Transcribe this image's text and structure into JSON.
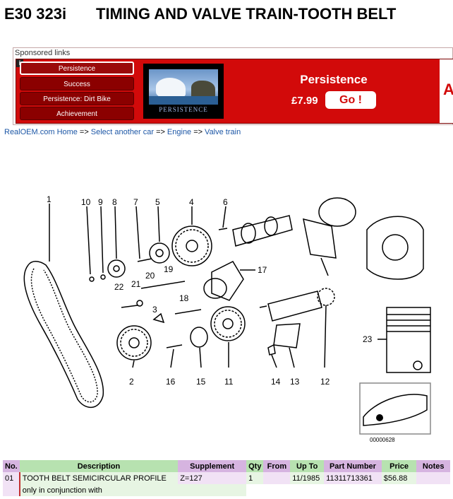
{
  "page": {
    "title_model": "E30 323i",
    "title_section": "TIMING AND VALVE TRAIN-TOOTH BELT"
  },
  "ad": {
    "sponsored_label": "Sponsored links",
    "info_glyph": "i",
    "links": [
      "Persistence",
      "Success",
      "Persistence: Dirt Bike",
      "Achievement"
    ],
    "image_caption": "PERSISTENCE",
    "headline": "Persistence",
    "price": "£7.99",
    "go_label": "Go !",
    "next_letter": "A",
    "colors": {
      "banner": "#d20a0a",
      "link_bg": "#8b0000"
    }
  },
  "breadcrumb": {
    "items": [
      "RealOEM.com Home",
      "Select another car",
      "Engine",
      "Valve train"
    ],
    "separator": "=>"
  },
  "diagram": {
    "callouts": [
      "1",
      "10",
      "9",
      "8",
      "7",
      "5",
      "4",
      "6",
      "19",
      "20",
      "21",
      "22",
      "17",
      "3",
      "18",
      "2",
      "16",
      "15",
      "11",
      "14",
      "13",
      "12",
      "23"
    ],
    "image_code": "00000628"
  },
  "table": {
    "headers": [
      "No.",
      "Description",
      "Supplement",
      "Qty",
      "From",
      "Up To",
      "Part Number",
      "Price",
      "Notes"
    ],
    "rows": [
      {
        "no": "01",
        "description": "TOOTH BELT SEMICIRCULAR PROFILE",
        "supplement": "Z=127",
        "qty": "1",
        "from": "",
        "up_to": "11/1985",
        "part_number": "11311713361",
        "price": "$56.88",
        "notes": "",
        "extra": "only in conjunction with"
      }
    ]
  }
}
